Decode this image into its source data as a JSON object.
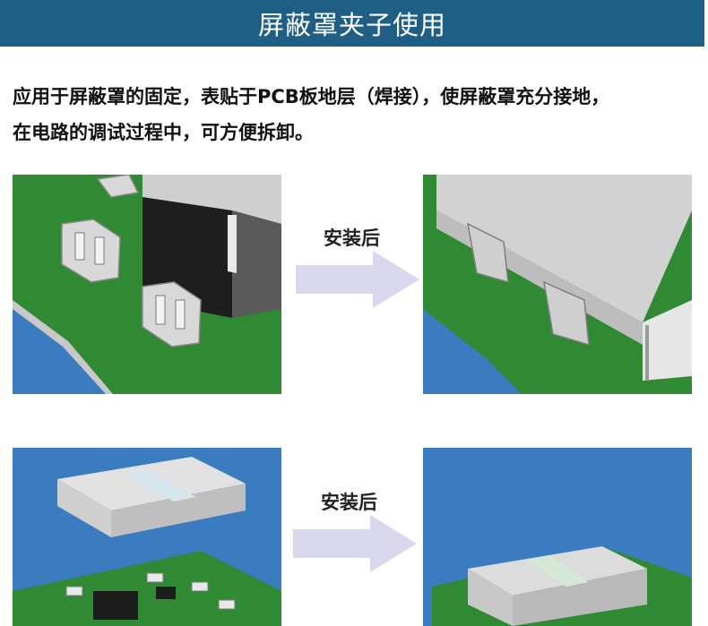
{
  "header": {
    "title": "屏蔽罩夹子使用"
  },
  "description": {
    "line1": "应用于屏蔽罩的固定，表贴于PCB板地层（焊接），使屏蔽罩充分接地，",
    "line2": "在电路的调试过程中，可方便拆卸。"
  },
  "arrows": [
    {
      "label": "安装后"
    },
    {
      "label": "安装后"
    }
  ],
  "colors": {
    "header_bg": "#1f5f86",
    "pcb_green": "#2f8a33",
    "pcb_blue": "#3b7bbf",
    "arrow": "#d9d7ee"
  }
}
